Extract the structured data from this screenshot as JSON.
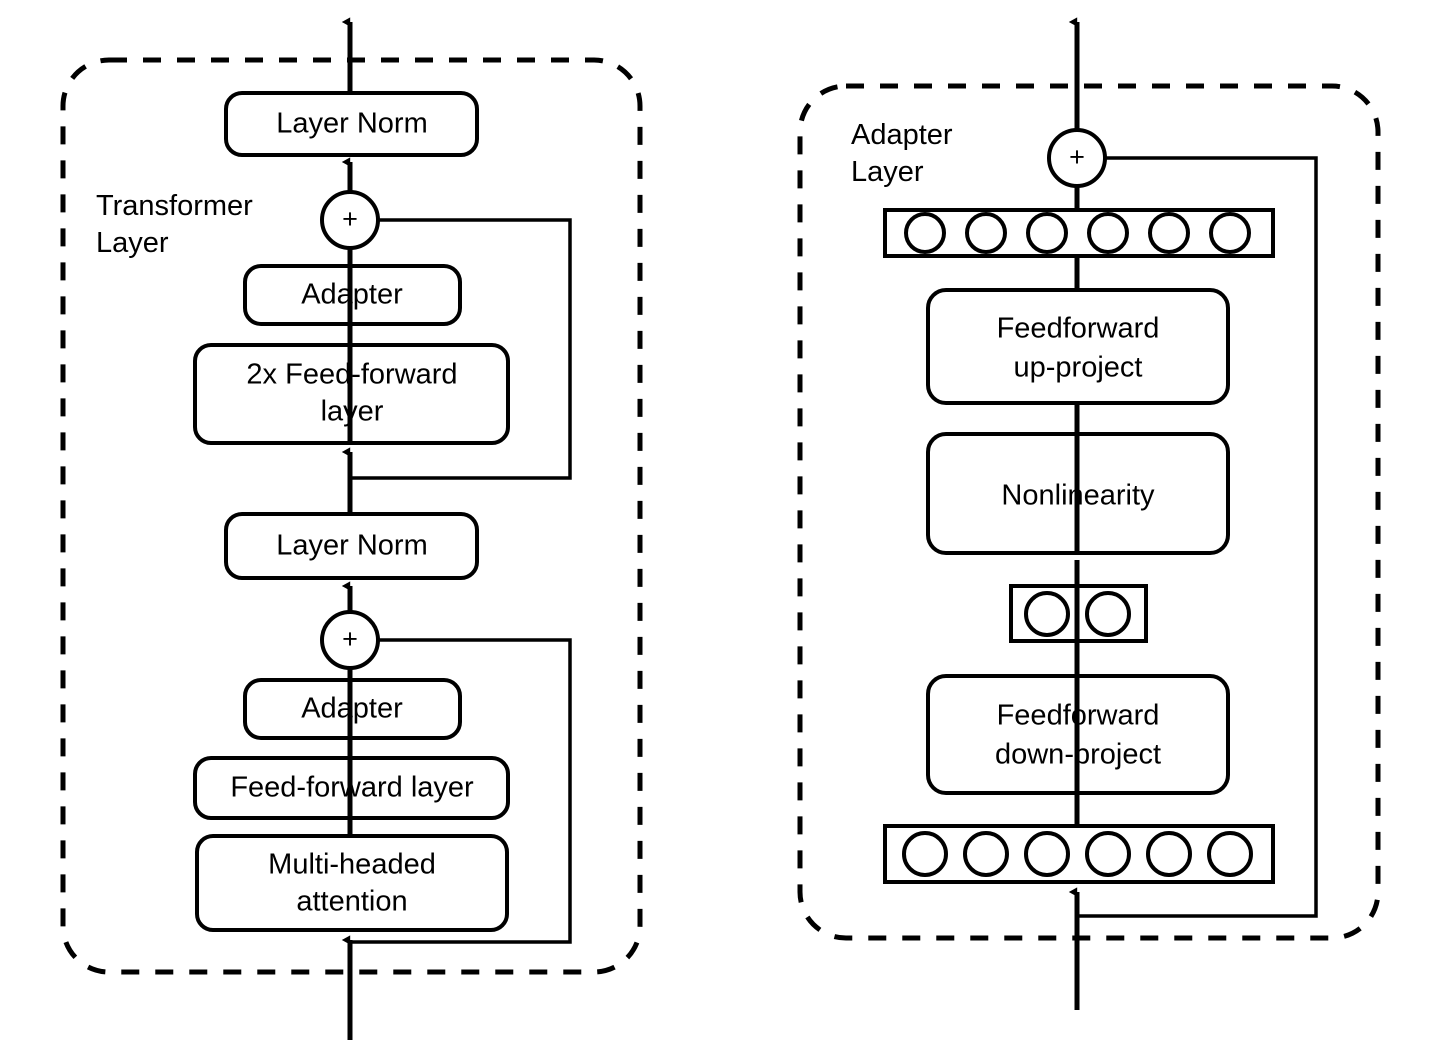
{
  "figure": {
    "title": "Adapter module architecture within a Transformer layer",
    "background": "#ffffff"
  },
  "colors": {
    "green_fill": "#d9e8d0",
    "cream_fill": "#fdf9e3",
    "grey_fill": "#f1f1f1",
    "white_fill": "#ffffff",
    "stroke": "#000000",
    "adapter_panel_fill": "#fdf9e3"
  },
  "left_panel": {
    "group_label_line1": "Transformer",
    "group_label_line2": "Layer",
    "boxes": {
      "layer_norm_top": "Layer Norm",
      "adapter_top": "Adapter",
      "feed_forward_2x_line1": "2x Feed-forward",
      "feed_forward_2x_line2": "layer",
      "layer_norm_bottom": "Layer Norm",
      "adapter_bottom": "Adapter",
      "feed_forward_layer": "Feed-forward layer",
      "multi_headed_line1": "Multi-headed",
      "multi_headed_line2": "attention"
    },
    "adders": {
      "top": "+",
      "bottom": "+"
    }
  },
  "right_panel": {
    "group_label_line1": "Adapter",
    "group_label_line2": "Layer",
    "boxes": {
      "feedforward_up_line1": "Feedforward",
      "feedforward_up_line2": "up-project",
      "nonlinearity": "Nonlinearity",
      "feedforward_down_line1": "Feedforward",
      "feedforward_down_line2": "down-project"
    },
    "adders": {
      "top": "+"
    },
    "neuron_rows": {
      "top_count": 6,
      "bottleneck_count": 2,
      "bottom_count": 6
    }
  }
}
